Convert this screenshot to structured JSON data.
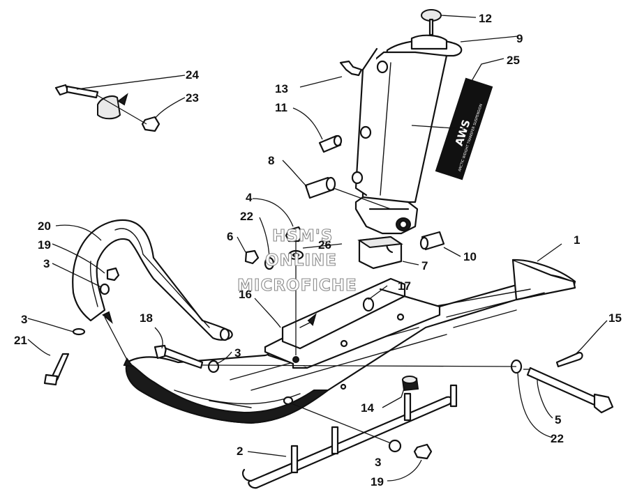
{
  "watermark": {
    "line1": "HSM'S",
    "line2": "ONLINE",
    "line3": "MICROFICHE"
  },
  "decal": {
    "text": "AWS",
    "subtext": "ARCTIC WEIGHT TRANSFER SUSPENSION"
  },
  "callouts": {
    "c1": "1",
    "c2": "2",
    "c3a": "3",
    "c3b": "3",
    "c3c": "3",
    "c3d": "3",
    "c4": "4",
    "c5": "5",
    "c6": "6",
    "c7": "7",
    "c8": "8",
    "c9": "9",
    "c10": "10",
    "c11": "11",
    "c12": "12",
    "c13": "13",
    "c14": "14",
    "c15": "15",
    "c16": "16",
    "c17": "17",
    "c18": "18",
    "c19a": "19",
    "c19b": "19",
    "c20": "20",
    "c21": "21",
    "c22a": "22",
    "c22b": "22",
    "c23": "23",
    "c24": "24",
    "c25": "25",
    "c26": "26"
  }
}
